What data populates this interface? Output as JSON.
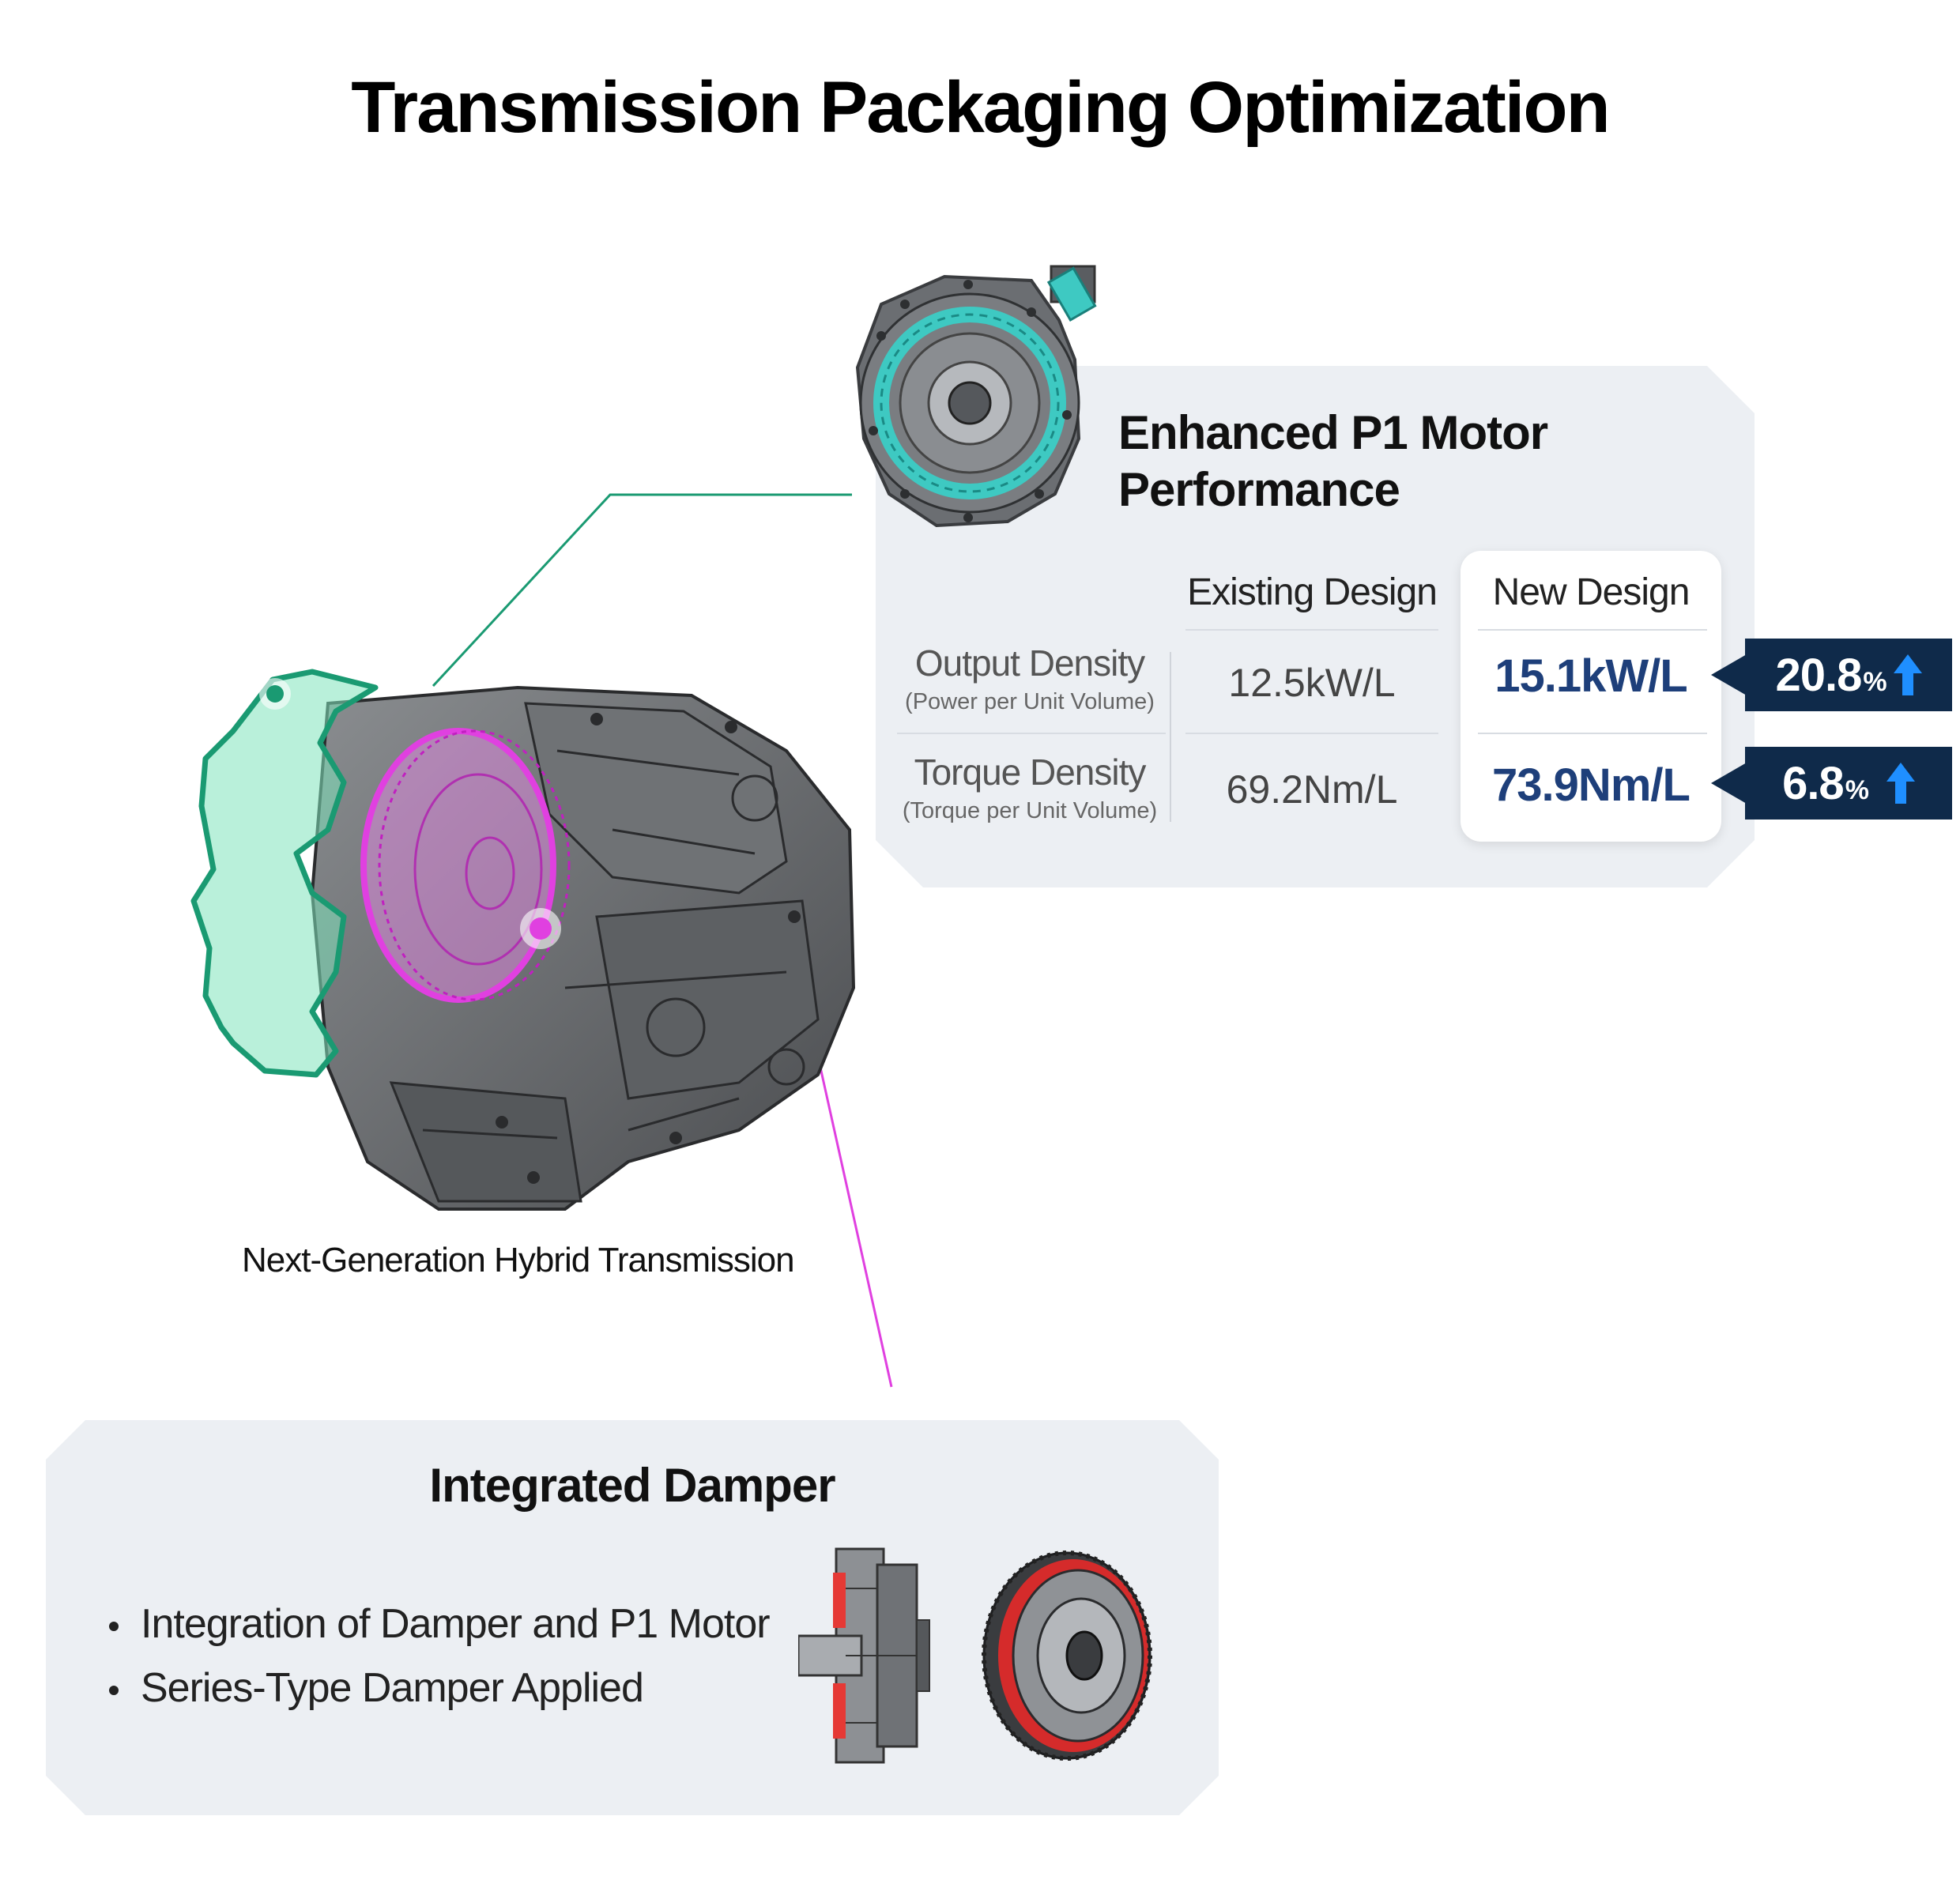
{
  "title": "Transmission Packaging Optimization",
  "transmission_caption": "Next-Generation Hybrid Transmission",
  "p1_motor": {
    "title_line1": "Enhanced P1 Motor",
    "title_line2": "Performance",
    "columns": {
      "existing": "Existing Design",
      "new": "New Design"
    },
    "rows": [
      {
        "label": "Output Density",
        "sublabel": "(Power per Unit Volume)",
        "existing": "12.5kW/L",
        "new": "15.1kW/L",
        "improvement": "20.8",
        "unit": "%"
      },
      {
        "label": "Torque Density",
        "sublabel": "(Torque per Unit Volume)",
        "existing": "69.2Nm/L",
        "new": "73.9Nm/L",
        "improvement": "6.8",
        "unit": "%"
      }
    ]
  },
  "damper": {
    "title": "Integrated Damper",
    "bullets": [
      "Integration of Damper and P1 Motor",
      "Series-Type Damper Applied"
    ]
  },
  "colors": {
    "green_highlight": "#1a9a72",
    "magenta_highlight": "#e040e0",
    "badge_bg": "#0f2a4a",
    "new_value": "#1e3f7a",
    "card_bg": "#eceff3",
    "arrow_blue": "#1f8fff"
  }
}
